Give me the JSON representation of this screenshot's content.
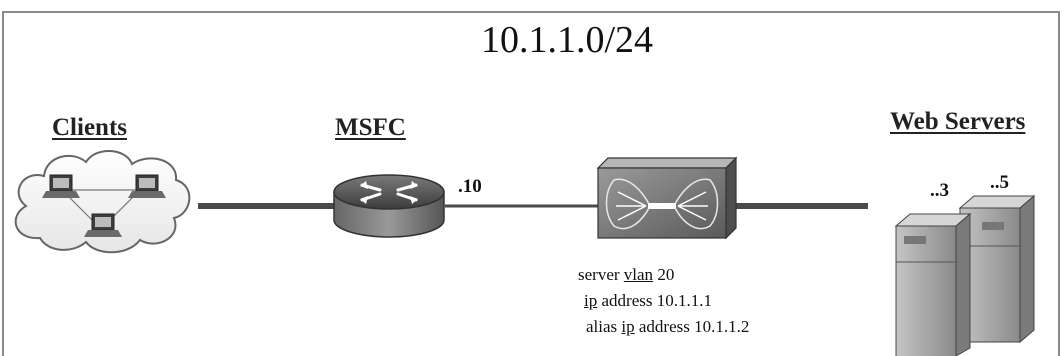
{
  "diagram": {
    "subnet_label": "10.1.1.0/24",
    "clients_label": "Clients",
    "msfc_label": "MSFC",
    "servers_label": "Web Servers",
    "msfc_address": ".10",
    "server_a_address": "..3",
    "server_b_address": "..5",
    "config": {
      "line1_prefix": "server ",
      "line1_kw": "vlan",
      "line1_suffix": " 20",
      "line2_kw": "ip",
      "line2_suffix": " address 10.1.1.1",
      "line3_prefix": "alias ",
      "line3_kw": "ip",
      "line3_suffix": " address 10.1.1.2"
    }
  },
  "icons": [
    "cloud-icon",
    "laptop-icon",
    "router-icon",
    "content-switch-icon",
    "server-icon"
  ],
  "colors": {
    "link": "#4a4a4a",
    "frame": "#8a8a8a",
    "device_dark": "#4d4d4d"
  }
}
